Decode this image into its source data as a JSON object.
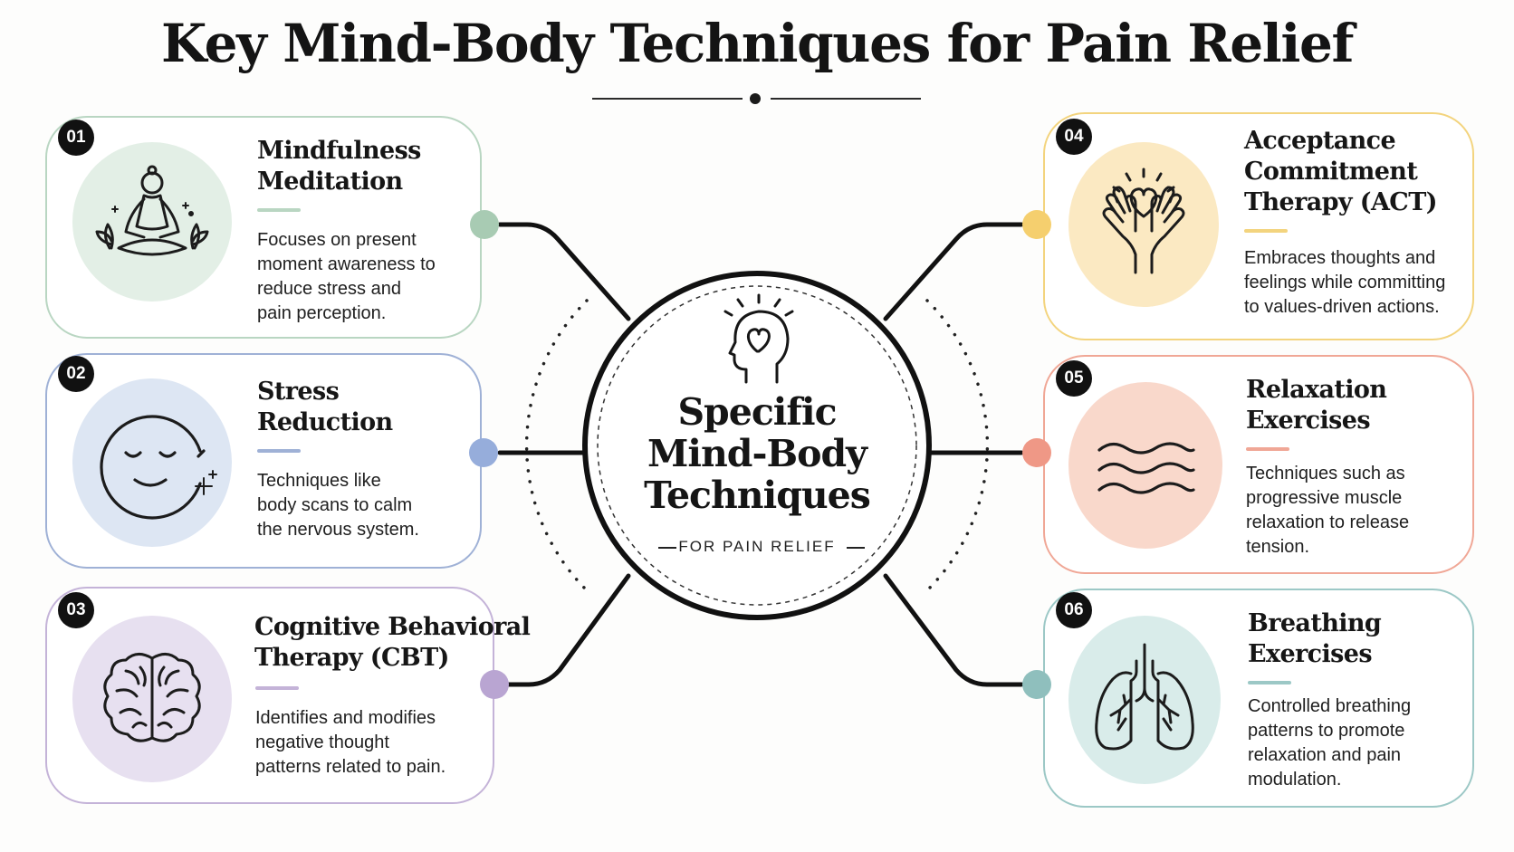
{
  "title": "Key Mind-Body Techniques for Pain Relief",
  "center": {
    "title": "Specific\nMind-Body\nTechniques",
    "subtitle": "FOR PAIN RELIEF",
    "icon": "head-heart-icon"
  },
  "techniques": [
    {
      "number": "01",
      "title": "Mindfulness\nMeditation",
      "description": "Focuses on present\nmoment awareness to\nreduce stress and\npain perception.",
      "icon": "meditation-icon",
      "accent": "#b9d6c2",
      "bg": "#e3efe6",
      "node": "#a8cbb3"
    },
    {
      "number": "02",
      "title": "Stress\nReduction",
      "description": "Techniques like\nbody scans to calm\nthe nervous system.",
      "icon": "calm-face-icon",
      "accent": "#9fb1d6",
      "bg": "#dde6f3",
      "node": "#96addb"
    },
    {
      "number": "03",
      "title": "Cognitive Behavioral\nTherapy (CBT)",
      "description": "Identifies and modifies\nnegative thought\npatterns related to pain.",
      "icon": "brain-icon",
      "accent": "#c4b3d8",
      "bg": "#e7e0f0",
      "node": "#b9a5d2"
    },
    {
      "number": "04",
      "title": "Acceptance\nCommitment\nTherapy (ACT)",
      "description": "Embraces thoughts and\nfeelings while committing\nto values-driven actions.",
      "icon": "hands-heart-icon",
      "accent": "#f3d47e",
      "bg": "#fbe9c2",
      "node": "#f5cf6e"
    },
    {
      "number": "05",
      "title": "Relaxation\nExercises",
      "description": "Techniques such as\nprogressive muscle\nrelaxation to release\ntension.",
      "icon": "waves-icon",
      "accent": "#f0a796",
      "bg": "#f9d8cb",
      "node": "#ef9886"
    },
    {
      "number": "06",
      "title": "Breathing\nExercises",
      "description": "Controlled breathing\npatterns to promote\nrelaxation and pain\nmodulation.",
      "icon": "lungs-icon",
      "accent": "#9cc8c6",
      "bg": "#d9ecea",
      "node": "#8fbfbd"
    }
  ]
}
